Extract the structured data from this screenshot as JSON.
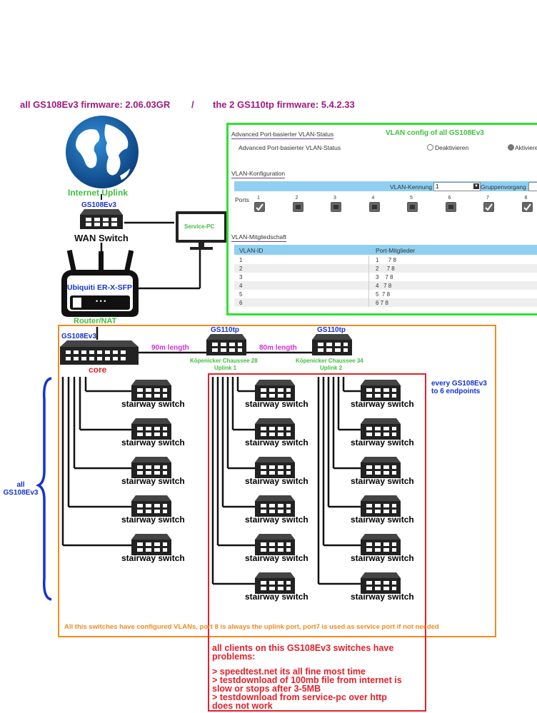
{
  "header": {
    "gs108_fw": "all GS108Ev3 firmware: 2.06.03GR",
    "separator": "/",
    "gs110_fw": "the 2 GS110tp firmware: 5.4.2.33"
  },
  "internet": {
    "label": "Internet Uplink"
  },
  "wan": {
    "model": "GS108Ev3",
    "label": "WAN Switch"
  },
  "service_pc": {
    "label": "Service-PC"
  },
  "router": {
    "model": "Ubiquiti ER-X-SFP",
    "label": "Router/NAT",
    "dots": "• • •"
  },
  "vlan_panel": {
    "title": "VLAN config of all GS108Ev3",
    "status_section": "Advanced Port-basierter VLAN-Status",
    "status_label": "Advanced Port-basierter VLAN-Status",
    "opt_off": "Deaktivieren",
    "opt_on": "Aktiviere",
    "config_section": "VLAN-Konfiguration",
    "vlan_id_label": "VLAN-Kennung",
    "vlan_id_value": "1",
    "group_label": "Gruppenvorgang",
    "ports_label": "Ports",
    "ports": [
      "1",
      "2",
      "3",
      "4",
      "5",
      "6",
      "7",
      "8"
    ],
    "membership_section": "VLAN-Mitgliedschaft",
    "col_vlan": "VLAN-ID",
    "col_members": "Port-Mitglieder",
    "rows": [
      {
        "id": "1",
        "members": "1      7 8"
      },
      {
        "id": "2",
        "members": "2     7 8"
      },
      {
        "id": "3",
        "members": "3    7 8"
      },
      {
        "id": "4",
        "members": "4   7 8"
      },
      {
        "id": "5",
        "members": "5  7 8"
      },
      {
        "id": "6",
        "members": "6 7 8"
      }
    ]
  },
  "core": {
    "model": "GS108Ev3",
    "label": "core"
  },
  "uplinks": [
    {
      "model": "GS110tp",
      "name": "Köpenicker Chaussee 28",
      "uplink": "Uplink 1"
    },
    {
      "model": "GS110tp",
      "name": "Köpenicker Chaussee 34",
      "uplink": "Uplink 2"
    }
  ],
  "links": {
    "first": "90m length",
    "second": "80m length"
  },
  "stairway_label": "stairway switch",
  "every_note": [
    "every GS108Ev3",
    "to 6 endpoints"
  ],
  "all_label": [
    "all",
    "GS108Ev3"
  ],
  "orange_note": "All this switches have configured VLANs, port 8 is always the uplink port, port7 is used as service port if not needed",
  "problems": [
    "all clients on this GS108Ev3 switches have",
    "problems:",
    "",
    "> speedtest.net its all fine most time",
    "> testdownload of 100mb file from internet is",
    "slow or stops after 3-5MB",
    "> testdownload from service-pc over http",
    "does not work"
  ],
  "colors": {
    "green_box": "#2ee22e",
    "orange_box": "#f08a22",
    "red_box": "#e3202a",
    "blue_text": "#1432d2",
    "magenta_text": "#a0197f"
  }
}
